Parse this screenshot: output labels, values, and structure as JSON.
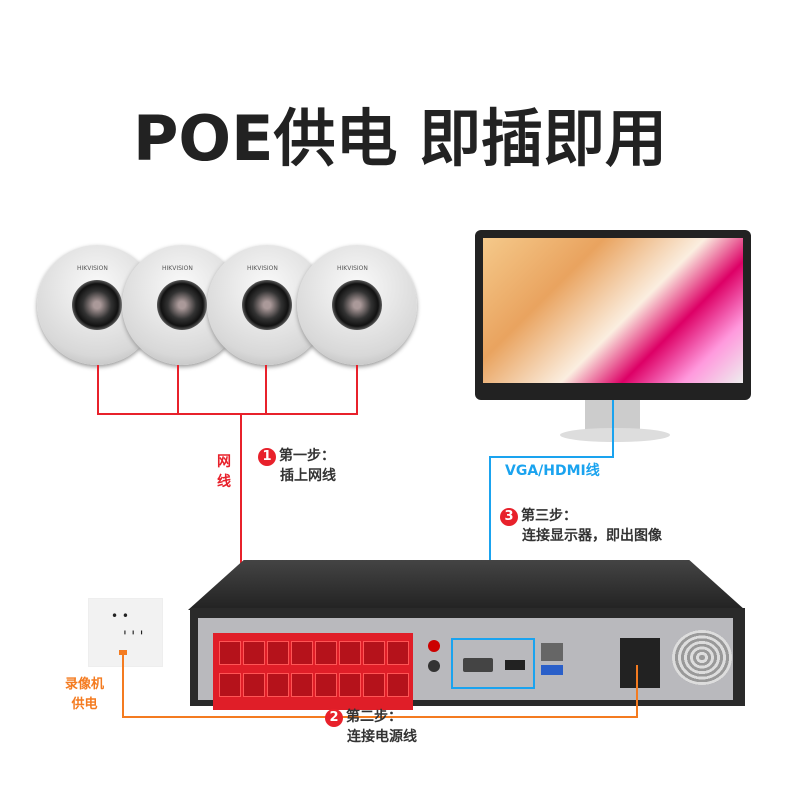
{
  "title": "POE供电 即插即用",
  "cameras": [
    {
      "brand": "HIKVISION"
    },
    {
      "brand": "HIKVISION"
    },
    {
      "brand": "HIKVISION"
    },
    {
      "brand": "HIKVISION"
    }
  ],
  "cable_label": "网线",
  "step1": {
    "num": "1",
    "title": "第一步：",
    "desc": "插上网线"
  },
  "step2": {
    "num": "2",
    "title": "第二步：",
    "desc": "连接电源线"
  },
  "step3": {
    "num": "3",
    "title": "第三步：",
    "desc": "连接显示器，即出图像"
  },
  "video_cable_label": "VGA/HDMI线",
  "power_label": [
    "录像机",
    "供电"
  ],
  "colors": {
    "network": "#e8212b",
    "video": "#1aa3ef",
    "power": "#f47b20"
  }
}
